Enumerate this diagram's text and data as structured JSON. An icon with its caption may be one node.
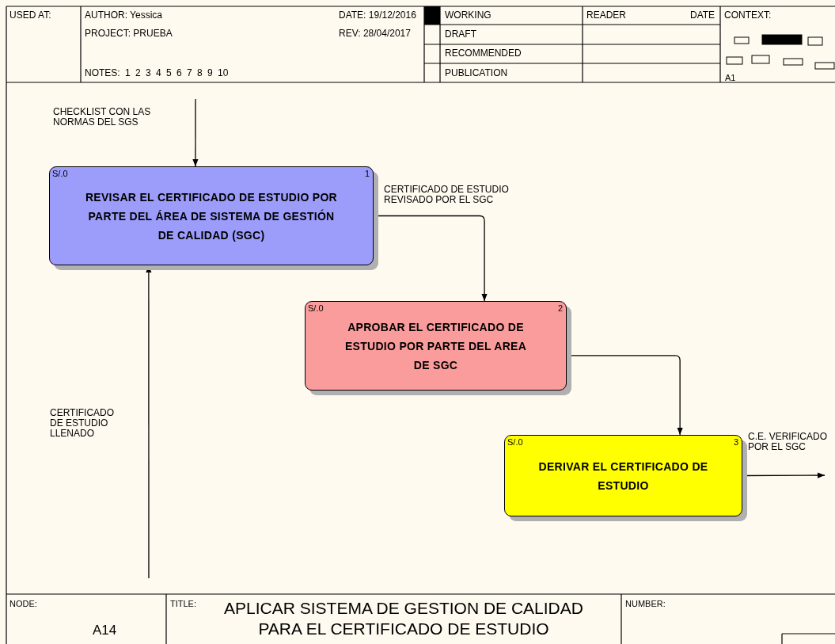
{
  "diagram": {
    "title": "APLICAR SISTEMA DE GESTION DE CALIDAD PARA EL CERTIFICADO DE ESTUDIO",
    "nodes": [
      {
        "text": [
          "S/.0",
          "1",
          "REVISAR EL CERTIFICADO DE ESTUDIO POR PARTE DEL ÁREA DE SISTEMA DE GESTIÓN DE CALIDAD (SGC)"
        ]
      },
      {
        "text": [
          "S/.0",
          "2",
          "APROBAR EL CERTIFICADO DE ESTUDIO POR PARTE DEL AREA DE SGC"
        ]
      },
      {
        "text": [
          "S/.0",
          "3",
          "DERIVAR EL CERTIFICADO DE ESTUDIO"
        ]
      }
    ],
    "edges": [
      {
        "from": null,
        "to": 0,
        "arrow": "to",
        "label": "CHECKLIST CON LAS NORMAS DEL SGS"
      },
      {
        "from": null,
        "to": 0,
        "arrow": "to",
        "label": "CERTIFICADO DE ESTUDIO LLENADO"
      },
      {
        "from": 0,
        "to": 1,
        "arrow": "to",
        "label": "CERTIFICADO DE ESTUDIO REVISADO POR EL SGC"
      },
      {
        "from": 1,
        "to": 2,
        "arrow": "to"
      },
      {
        "from": 2,
        "to": null,
        "arrow": "to",
        "label": "C.E. VERIFICADO POR EL SGC"
      }
    ],
    "labels": [
      "USED AT:",
      "AUTHOR: Yessica",
      "DATE: 19/12/2016",
      "WORKING",
      "READER",
      "DATE",
      "CONTEXT:",
      "PROJECT: PRUEBA",
      "REV: 28/04/2017",
      "DRAFT",
      "RECOMMENDED",
      "NOTES: 1 2 3 4 5 6 7 8 9 10",
      "PUBLICATION",
      "A1",
      "NODE:",
      "A14",
      "TITLE:",
      "NUMBER:"
    ]
  }
}
